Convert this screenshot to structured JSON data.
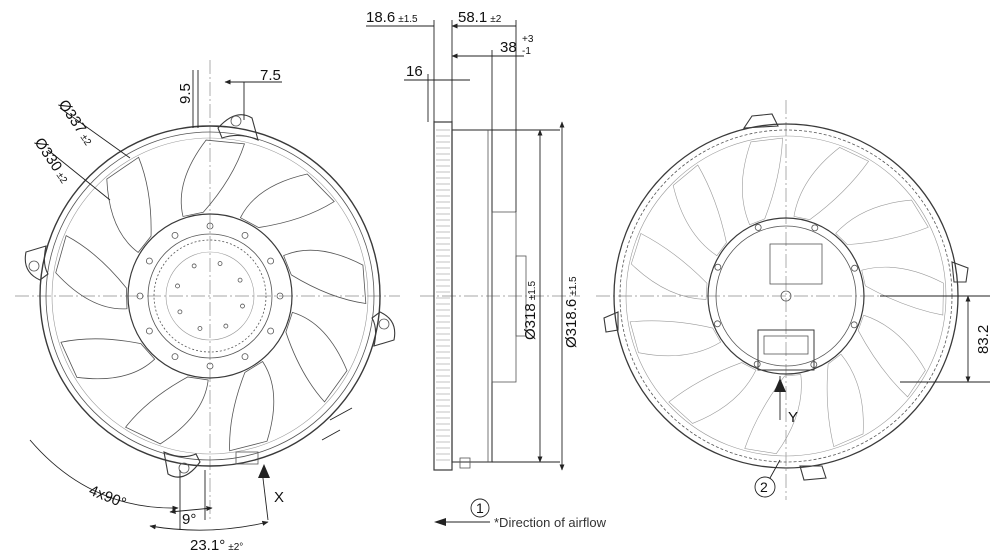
{
  "front_view": {
    "dia_outer": {
      "value": "Ø337",
      "tol": "±2"
    },
    "dia_inner": {
      "value": "Ø330",
      "tol": "±2"
    },
    "dim_95": "9.5",
    "dim_75": "7.5",
    "angle_4x90": "4x90°",
    "angle_9": "9°",
    "angle_231": {
      "value": "23.1°",
      "tol": "±2°"
    },
    "view_x": "X"
  },
  "side_view": {
    "dim_186": {
      "value": "18.6",
      "tol": "±1.5"
    },
    "dim_581": {
      "value": "58.1",
      "tol": "±2"
    },
    "dim_38": {
      "value": "38",
      "tol_plus": "+3",
      "tol_minus": "-1"
    },
    "dim_16": "16",
    "dia_318": {
      "value": "Ø318",
      "tol": "±1.5"
    },
    "dia_3186": {
      "value": "Ø318.6",
      "tol": "±1.5"
    },
    "callout_1": "1",
    "airflow_note": "*Direction of airflow"
  },
  "rear_view": {
    "dim_832": "83.2",
    "view_y": "Y",
    "callout_2": "2"
  }
}
